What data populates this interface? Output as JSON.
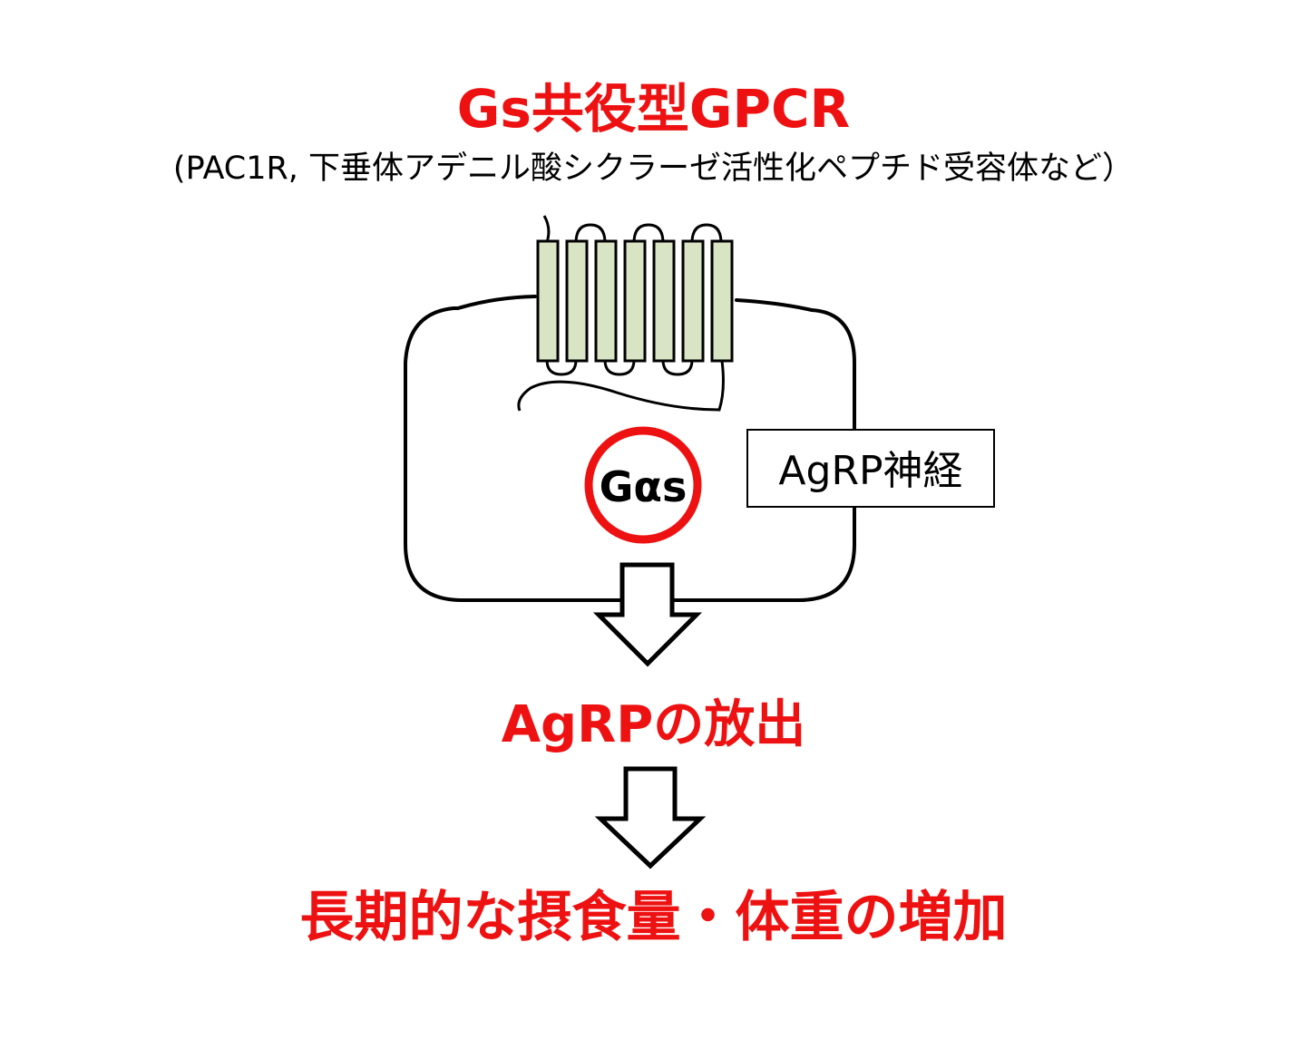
{
  "header": {
    "title": "Gs共役型GPCR",
    "subtitle": "(PAC1R, 下垂体アデニル酸シクラーゼ活性化ペプチド受容体など）"
  },
  "diagram": {
    "g_protein_label": "Gαs",
    "cell_label": "AgRP神経"
  },
  "flow": {
    "step_1": "AgRPの放出",
    "step_2": "長期的な摂食量・体重の増加"
  },
  "colors": {
    "emphasis": "#ee1111",
    "helix_fill": "#d9e4c4",
    "outline": "#000000"
  }
}
